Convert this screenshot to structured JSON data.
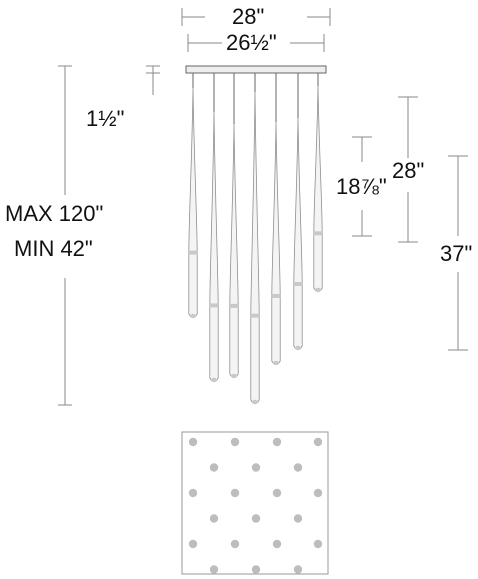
{
  "dimensions": {
    "canopy_width": "28\"",
    "canopy_inner_width": "26½\"",
    "canopy_height": "1½\"",
    "overall_max": "MAX 120\"",
    "overall_min": "MIN 42\"",
    "short_pendant_length": "18⅞\"",
    "medium_pendant_length": "28\"",
    "long_pendant_length": "37\""
  },
  "colors": {
    "line": "#666666",
    "dim_line": "#8a8a8a",
    "glass": "#c9c9c9",
    "glass_dark": "#8f8f8f",
    "canopy_fill": "#eeeeee",
    "dot": "#bdbdbd"
  },
  "canopy_bottom_view": {
    "rows": 6,
    "dots_per_row": [
      4,
      3,
      4,
      3,
      4,
      3
    ]
  }
}
